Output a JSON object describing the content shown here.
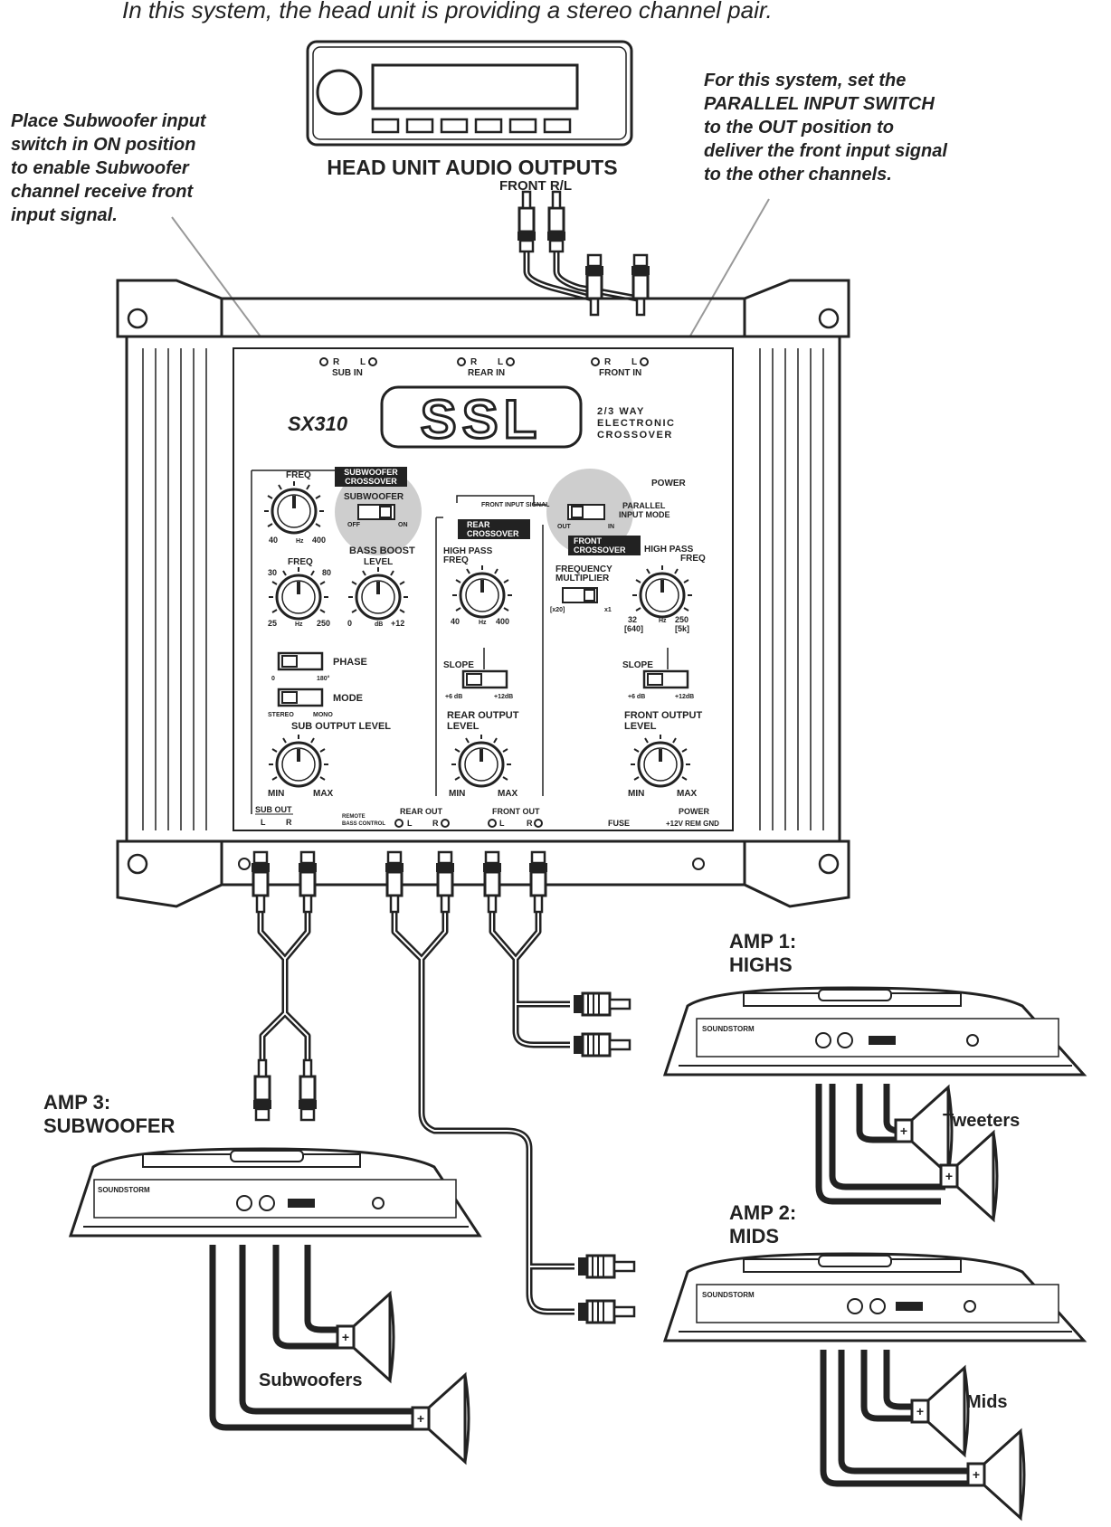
{
  "caption": "In this system, the head unit is providing a stereo channel pair.",
  "note_left": [
    "Place Subwoofer input",
    "switch in ON position",
    "to enable Subwoofer",
    "channel receive front",
    "input signal."
  ],
  "note_right": [
    "For this system, set the",
    "PARALLEL INPUT SWITCH",
    "to the OUT position to",
    "deliver the front input signal",
    "to the other channels."
  ],
  "head_unit": {
    "title": "HEAD UNIT AUDIO OUTPUTS",
    "output": "FRONT R/L"
  },
  "crossover": {
    "model": "SX310",
    "brand": "SSL",
    "desc": [
      "2/3 WAY",
      "ELECTRONIC",
      "CROSSOVER"
    ],
    "inputs": {
      "sub": "SUB IN",
      "rear": "REAR IN",
      "front": "FRONT IN",
      "r": "R",
      "l": "L"
    },
    "power": "POWER",
    "sub_section": {
      "header": [
        "SUBWOOFER",
        "CROSSOVER"
      ],
      "freq": "FREQ",
      "freq_min": "40",
      "freq_unit": "Hz",
      "freq_max": "400",
      "switch_label": "SUBWOOFER",
      "off": "OFF",
      "on": "ON",
      "bass_boost": "BASS BOOST",
      "bb_freq": "FREQ",
      "bb_freq_30": "30",
      "bb_freq_80": "80",
      "bb_freq_25": "25",
      "bb_freq_unit": "Hz",
      "bb_freq_250": "250",
      "bb_level": "LEVEL",
      "bb_level_0": "0",
      "bb_level_unit": "dB",
      "bb_level_12": "+12",
      "phase": "PHASE",
      "phase_0": "0",
      "phase_180": "180°",
      "mode": "MODE",
      "stereo": "STEREO",
      "mono": "MONO",
      "output_level": "SUB OUTPUT LEVEL",
      "min": "MIN",
      "max": "MAX"
    },
    "front_input_signal": "FRONT INPUT SIGNAL",
    "parallel": {
      "label": [
        "PARALLEL",
        "INPUT MODE"
      ],
      "out": "OUT",
      "in": "IN"
    },
    "rear_section": {
      "header": [
        "REAR",
        "CROSSOVER"
      ],
      "hp": [
        "HIGH PASS",
        "FREQ"
      ],
      "min": "40",
      "unit": "Hz",
      "max": "400",
      "slope": "SLOPE",
      "slope_6": "+6 dB",
      "slope_12": "+12dB",
      "output_level": [
        "REAR OUTPUT",
        "LEVEL"
      ],
      "lvl_min": "MIN",
      "lvl_max": "MAX"
    },
    "front_section": {
      "header": [
        "FRONT",
        "CROSSOVER"
      ],
      "hp": [
        "HIGH PASS",
        "FREQ"
      ],
      "multiplier": [
        "FREQUENCY",
        "MULTIPLIER"
      ],
      "x20": "[x20]",
      "x1": "x1",
      "min": "32",
      "min_x": "[640]",
      "unit": "Hz",
      "max": "250",
      "max_x": "[5k]",
      "slope": "SLOPE",
      "slope_6": "+6 dB",
      "slope_12": "+12dB",
      "output_level": [
        "FRONT OUTPUT",
        "LEVEL"
      ],
      "lvl_min": "MIN",
      "lvl_max": "MAX"
    },
    "bottom": {
      "sub_out": "SUB OUT",
      "l": "L",
      "r": "R",
      "remote": [
        "REMOTE",
        "BASS CONTROL"
      ],
      "rear_out": "REAR OUT",
      "front_out": "FRONT OUT",
      "fuse": "FUSE",
      "power": "POWER",
      "terminals": "+12V  REM  GND"
    }
  },
  "amps": [
    {
      "id": "amp1",
      "title": [
        "AMP 1:",
        "HIGHS"
      ],
      "speakers": "Tweeters",
      "brand": "SOUNDSTORM"
    },
    {
      "id": "amp2",
      "title": [
        "AMP 2:",
        "MIDS"
      ],
      "speakers": "Mids",
      "brand": "SOUNDSTORM"
    },
    {
      "id": "amp3",
      "title": [
        "AMP 3:",
        "SUBWOOFER"
      ],
      "speakers": "Subwoofers",
      "brand": "SOUNDSTORM"
    }
  ]
}
